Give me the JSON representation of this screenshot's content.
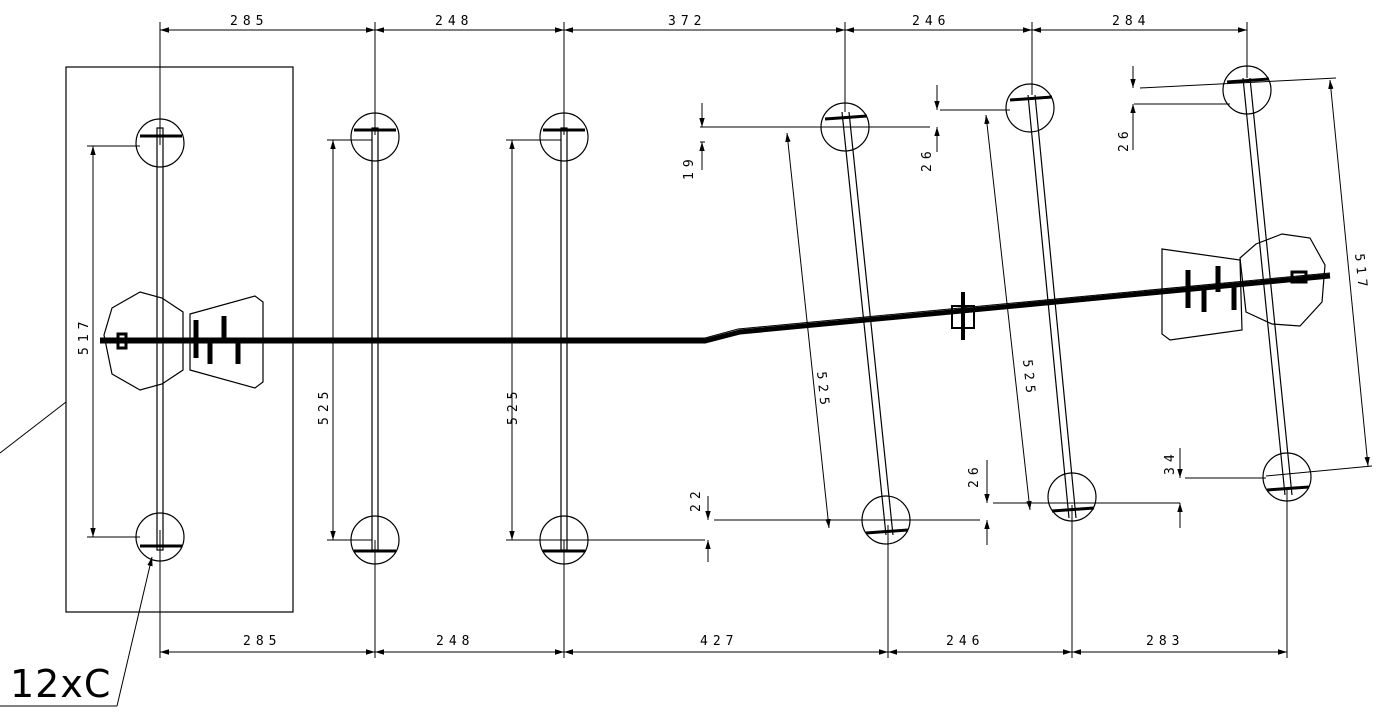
{
  "drawing": {
    "callout_label": "12xC",
    "ink_color": "#000000",
    "background_color": "#ffffff",
    "top_dimensions": [
      "285",
      "248",
      "372",
      "246",
      "284"
    ],
    "bottom_dimensions": [
      "285",
      "248",
      "427",
      "246",
      "283"
    ],
    "side_dimensions": {
      "left_span": "517",
      "right_span": "517",
      "leg_lengths": [
        "525",
        "525",
        "525",
        "525"
      ],
      "offsets": [
        "19",
        "26",
        "26",
        "22",
        "26",
        "34"
      ]
    }
  }
}
